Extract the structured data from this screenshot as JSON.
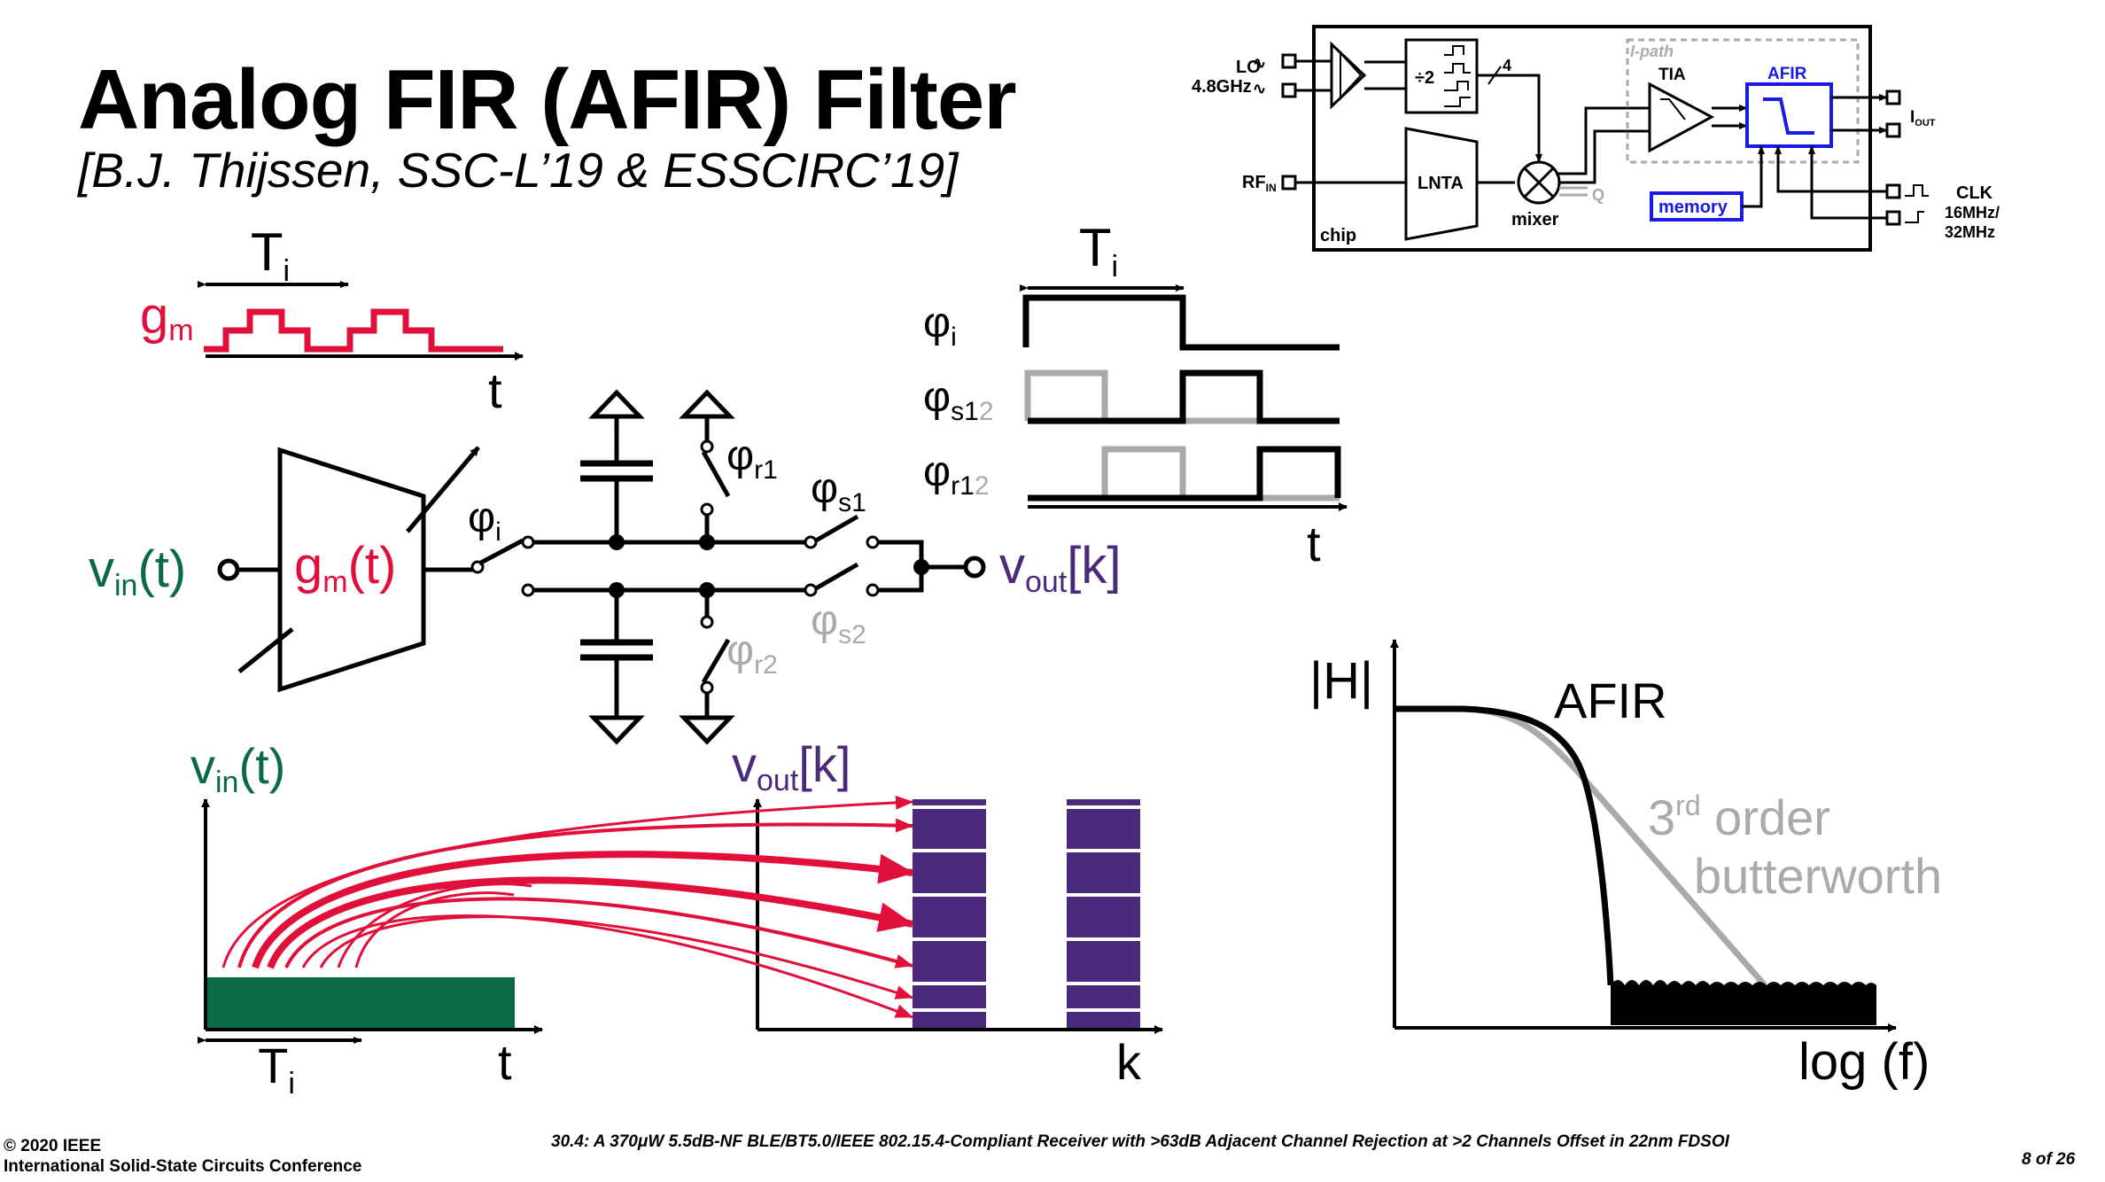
{
  "slide": {
    "title": "Analog FIR (AFIR) Filter",
    "subtitle": "[B.J. Thijssen, SSC-L’19 & ESSCIRC’19]"
  },
  "colors": {
    "gm_red": "#e0103a",
    "green": "#0a6a44",
    "purple": "#4b2a7b",
    "gray": "#aaaaaa",
    "blue": "#1a1ae6"
  },
  "gm_waveform": {
    "gm": "g",
    "gm_sub": "m",
    "t": "t",
    "Ti": "T",
    "Ti_sub": "i"
  },
  "circuit": {
    "vin": "v",
    "vin_sub": "in",
    "vin_arg": "(t)",
    "gmt": "g",
    "gmt_sub": "m",
    "gmt_arg": "(t)",
    "vout": "v",
    "vout_sub": "out",
    "vout_arg": "[k]",
    "phi": "φ",
    "phi_i_sub": "i",
    "phi_r1_sub": "r1",
    "phi_s1_sub": "s1",
    "phi_s2_sub": "s2",
    "phi_r2_sub": "r2"
  },
  "timing": {
    "Ti": "T",
    "Ti_sub": "i",
    "phi": "φ",
    "row1_sub": "i",
    "row2_sub": "s1",
    "row2_sub_gray": "2",
    "row3_sub": "r1",
    "row3_sub_gray": "2",
    "t": "t"
  },
  "block_diagram": {
    "lo_label": "LO",
    "lo_freq": "4.8GHz",
    "divider": "÷2",
    "bus_width": "4",
    "ipath": "I-path",
    "tia": "TIA",
    "afir": "AFIR",
    "rf_label": "RF",
    "rf_sub": "IN",
    "lnta": "LNTA",
    "mixer": "mixer",
    "q": "Q",
    "memory": "memory",
    "chip": "chip",
    "iout": "I",
    "iout_sub": "OUT",
    "clk": "CLK",
    "clk_freq1": "16MHz/",
    "clk_freq2": "32MHz"
  },
  "fir_plot": {
    "vin": "v",
    "vin_sub": "in",
    "vin_arg": "(t)",
    "vout": "v",
    "vout_sub": "out",
    "vout_arg": "[k]",
    "t": "t",
    "k": "k",
    "Ti": "T",
    "Ti_sub": "i"
  },
  "response_plot": {
    "ylabel": "|H|",
    "xlabel": "log (f)",
    "afir_label": "AFIR",
    "bw_ord": "3",
    "bw_sup": "rd",
    "bw_line1": " order",
    "bw_line2": "butterworth"
  },
  "footer": {
    "copyright": "© 2020 IEEE",
    "conference": "International Solid-State Circuits Conference",
    "paper": "30.4: A 370μW 5.5dB-NF BLE/BT5.0/IEEE 802.15.4-Compliant Receiver with >63dB Adjacent Channel Rejection at >2 Channels Offset in 22nm FDSOI",
    "page": "8 of 26"
  }
}
